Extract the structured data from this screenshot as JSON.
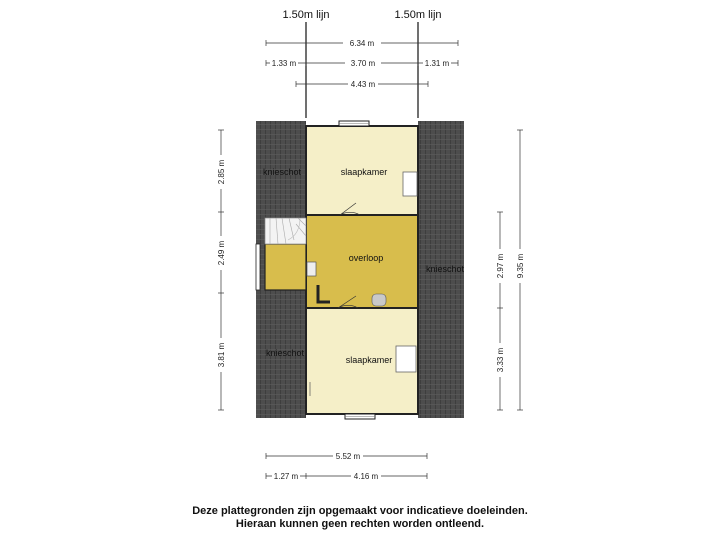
{
  "lijn_labels": [
    "1.50m  lijn",
    "1.50m  lijn"
  ],
  "dimensions": {
    "top_total": "6.34 m",
    "top_left": "1.33 m",
    "top_middle": "3.70 m",
    "top_right": "1.31 m",
    "top_inner": "4.43 m",
    "left_1": "2.85 m",
    "left_2": "2.49 m",
    "left_3": "3.81 m",
    "right_1": "2.97 m",
    "right_2": "3.33 m",
    "right_total": "9.35 m",
    "bottom_1": "5.52 m",
    "bottom_2a": "1.27 m",
    "bottom_2b": "4.16 m"
  },
  "rooms": {
    "bedroom_top": "slaapkamer",
    "landing": "overloop",
    "bedroom_bottom": "slaapkamer",
    "knee_wall_top_left": "knieschot",
    "knee_wall_right": "knieschot",
    "knee_wall_bottom_left": "knieschot"
  },
  "colors": {
    "roof": "#4a4a4a",
    "bedroom": "#f5efc8",
    "landing": "#d8bd4c",
    "wall": "#222222"
  },
  "footer": {
    "line1": "Deze plattegronden zijn opgemaakt voor indicatieve doeleinden.",
    "line2": "Hieraan kunnen geen rechten worden ontleend."
  }
}
